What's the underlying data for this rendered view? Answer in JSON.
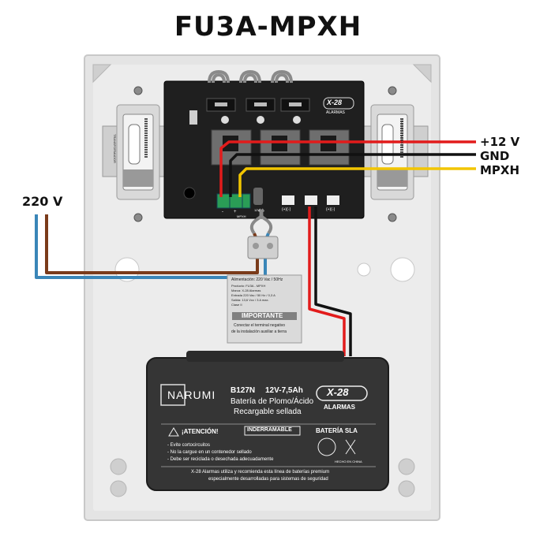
{
  "title": "FU3A-MPXH",
  "labels": {
    "mains_input": "220 V",
    "wire_12v": "+12 V",
    "wire_gnd": "GND",
    "wire_mpxh": "MPXH"
  },
  "pcb": {
    "brand_logo": "X-28",
    "brand_sub": "ALARMAS",
    "terminal_minus": "-",
    "terminal_plus": "+",
    "terminal_mpxh": "MPXH",
    "battery_connector_1": "(+)(-)",
    "battery_connector_2": "(+)(-)",
    "voltage_mark": "12V"
  },
  "transformer_side_text": "TRANSFORMADOR",
  "sticker": {
    "line1": "Alimentación: 220 Vac / 50Hz",
    "line2": "Producto: FU3A - MPXH",
    "line3": "Marca: X-28 Alarmas",
    "line4": "Entrada 220 Vac / 50 Hz / 0,3 A",
    "line5": "Salida: 13,6 Vcc / 3 A max.",
    "line6": "Clase II",
    "important": "IMPORTANTE",
    "note1": "Conectar el terminal negativo",
    "note2": "de la instalación auxiliar a tierra"
  },
  "battery": {
    "brand": "NARUMI",
    "model": "B127N",
    "rating": "12V-7,5Ah",
    "type_line1": "Batería de Plomo/Ácido",
    "type_line2": "Recargable sellada",
    "logo": "X-28",
    "logo_sub": "ALARMAS",
    "attention": "¡ATENCIÓN!",
    "inderramable": "INDERRAMABLE",
    "sla": "BATERÍA SLA",
    "warn1": "- Evite cortocircuitos",
    "warn2": "- No la cargue en un contenedor sellado",
    "warn3": "- Debe ser reciclada o desechada adecuadamente",
    "made_in": "HECHO EN CHINA",
    "footer1": "X-28 Alarmas utiliza y recomienda esta línea de baterías premium",
    "footer2": "especialmente desarrolladas para sistemas de seguridad"
  },
  "colors": {
    "wire_red": "#e21b1b",
    "wire_black": "#111111",
    "wire_yellow": "#f2c500",
    "wire_brown": "#7a3b1a",
    "wire_blue": "#3a86b8",
    "cabinet": "#e6e6e6",
    "pcb": "#1f1f1f",
    "battery": "#353535"
  }
}
